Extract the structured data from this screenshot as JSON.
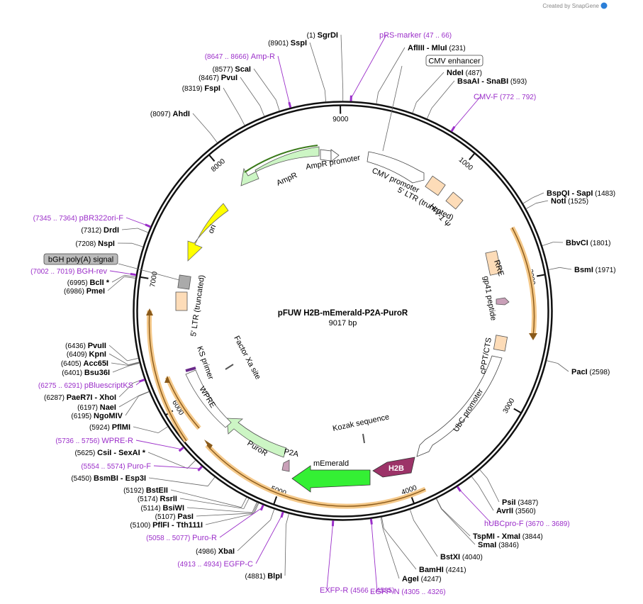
{
  "credit": "Created by SnapGene",
  "map": {
    "title": "pFUW H2B-mEmerald-P2A-PuroR",
    "size_label": "9017 bp",
    "total_bp": 9017
  },
  "ticks": [
    1000,
    2000,
    3000,
    4000,
    5000,
    6000,
    7000,
    8000,
    9000
  ],
  "sites": [
    {
      "pos": "(1)",
      "name": "SgrDI",
      "bp": 1
    },
    {
      "pos": "(8901)",
      "name": "SspI",
      "bp": 8901
    },
    {
      "pos": "(8577)",
      "name": "ScaI",
      "bp": 8577
    },
    {
      "pos": "(8467)",
      "name": "PvuI",
      "bp": 8467
    },
    {
      "pos": "(8319)",
      "name": "FspI",
      "bp": 8319
    },
    {
      "pos": "(8097)",
      "name": "AhdI",
      "bp": 8097
    },
    {
      "pos": "(231)",
      "name": "AflIII  -  MluI",
      "bp": 231
    },
    {
      "pos": "(487)",
      "name": "NdeI",
      "bp": 487
    },
    {
      "pos": "(593)",
      "name": "BsaAI  -  SnaBI",
      "bp": 593
    },
    {
      "pos": "(1483)",
      "name": "BspQI  -  SapI",
      "bp": 1483
    },
    {
      "pos": "(1525)",
      "name": "NotI",
      "bp": 1525
    },
    {
      "pos": "(1801)",
      "name": "BbvCI",
      "bp": 1801
    },
    {
      "pos": "(1971)",
      "name": "BsmI",
      "bp": 1971
    },
    {
      "pos": "(2598)",
      "name": "PacI",
      "bp": 2598
    },
    {
      "pos": "(3487)",
      "name": "PsiI",
      "bp": 3487
    },
    {
      "pos": "(3560)",
      "name": "AvrII",
      "bp": 3560
    },
    {
      "pos": "(3844)",
      "name": "TspMI  -  XmaI",
      "bp": 3844
    },
    {
      "pos": "(3846)",
      "name": "SmaI",
      "bp": 3846
    },
    {
      "pos": "(4040)",
      "name": "BstXI",
      "bp": 4040
    },
    {
      "pos": "(4241)",
      "name": "BamHI",
      "bp": 4241
    },
    {
      "pos": "(4247)",
      "name": "AgeI",
      "bp": 4247
    },
    {
      "pos": "(4881)",
      "name": "BlpI",
      "bp": 4881
    },
    {
      "pos": "(4986)",
      "name": "XbaI",
      "bp": 4986
    },
    {
      "pos": "(5100)",
      "name": "PflFI  -  Tth111I",
      "bp": 5100
    },
    {
      "pos": "(5107)",
      "name": "PasI",
      "bp": 5107
    },
    {
      "pos": "(5114)",
      "name": "BsiWI",
      "bp": 5114
    },
    {
      "pos": "(5174)",
      "name": "RsrII",
      "bp": 5174
    },
    {
      "pos": "(5192)",
      "name": "BstEII",
      "bp": 5192
    },
    {
      "pos": "(5450)",
      "name": "BsmBI  -  Esp3I",
      "bp": 5450
    },
    {
      "pos": "(5625)",
      "name": "CsiI  -  SexAI *",
      "bp": 5625
    },
    {
      "pos": "(5924)",
      "name": "PflMI",
      "bp": 5924
    },
    {
      "pos": "(6195)",
      "name": "NgoMIV",
      "bp": 6195
    },
    {
      "pos": "(6197)",
      "name": "NaeI",
      "bp": 6197
    },
    {
      "pos": "(6287)",
      "name": "PaeR7I  -  XhoI",
      "bp": 6287
    },
    {
      "pos": "(6401)",
      "name": "Bsu36I",
      "bp": 6401
    },
    {
      "pos": "(6405)",
      "name": "Acc65I",
      "bp": 6405
    },
    {
      "pos": "(6409)",
      "name": "KpnI",
      "bp": 6409
    },
    {
      "pos": "(6436)",
      "name": "PvuII",
      "bp": 6436
    },
    {
      "pos": "(6986)",
      "name": "PmeI",
      "bp": 6986
    },
    {
      "pos": "(6995)",
      "name": "BclI *",
      "bp": 6995
    },
    {
      "pos": "(7208)",
      "name": "NspI",
      "bp": 7208
    },
    {
      "pos": "(7312)",
      "name": "DrdI",
      "bp": 7312
    }
  ],
  "primers": [
    {
      "name": "pRS-marker",
      "range": "(47 .. 66)",
      "bp": 56
    },
    {
      "name": "Amp-R",
      "range": "(8647 .. 8666)",
      "bp": 8656
    },
    {
      "name": "CMV-F",
      "range": "(772 .. 792)",
      "bp": 782
    },
    {
      "name": "pBR322ori-F",
      "range": "(7345 .. 7364)",
      "bp": 7354
    },
    {
      "name": "BGH-rev",
      "range": "(7002 .. 7019)",
      "bp": 7010
    },
    {
      "name": "pBluescriptKS",
      "range": "(6275 .. 6291)",
      "bp": 6283
    },
    {
      "name": "WPRE-R",
      "range": "(5736 .. 5756)",
      "bp": 5746
    },
    {
      "name": "Puro-F",
      "range": "(5554 .. 5574)",
      "bp": 5564
    },
    {
      "name": "Puro-R",
      "range": "(5058 .. 5077)",
      "bp": 5067
    },
    {
      "name": "EGFP-C",
      "range": "(4913 .. 4934)",
      "bp": 4923
    },
    {
      "name": "EXFP-R",
      "range": "(4566 .. 4585)",
      "bp": 4575
    },
    {
      "name": "EGFP-N",
      "range": "(4305 .. 4326)",
      "bp": 4315
    },
    {
      "name": "hUBCpro-F",
      "range": "(3670 .. 3689)",
      "bp": 3679
    }
  ],
  "boxed_labels": [
    {
      "text": "CMV enhancer",
      "color": "#ffffff"
    },
    {
      "text": "bGH poly(A) signal",
      "color": "#bbbbbb"
    }
  ],
  "features": {
    "cmv_promoter": "CMV promoter",
    "ltr5": "5' LTR (truncated)",
    "hiv_psi": "HIV-1 Ψ",
    "rre": "RRE",
    "gp41": "gp41 peptide",
    "cppt": "cPPT/CTS",
    "ubc": "UbC promoter",
    "h2b": "H2B",
    "kozak": "Kozak sequence",
    "memerald": "mEmerald",
    "p2a": "P2A",
    "puror": "PuroR",
    "wpre": "WPRE",
    "ks_primer": "KS primer",
    "factor_xa": "Factor Xa site",
    "ltr3": "5' LTR (truncated)",
    "ori": "ori",
    "ampr": "AmpR",
    "ampr_promoter": "AmpR promoter"
  },
  "colors": {
    "primer": "#9b2fc9",
    "ampr": "#ccf5c4",
    "ori": "#ffff00",
    "ltr": "#fddcb8",
    "h2b": "#9c3368",
    "memerald": "#34f034",
    "puror": "#ccf5c4",
    "orf_highlight": "#f5c98a"
  }
}
